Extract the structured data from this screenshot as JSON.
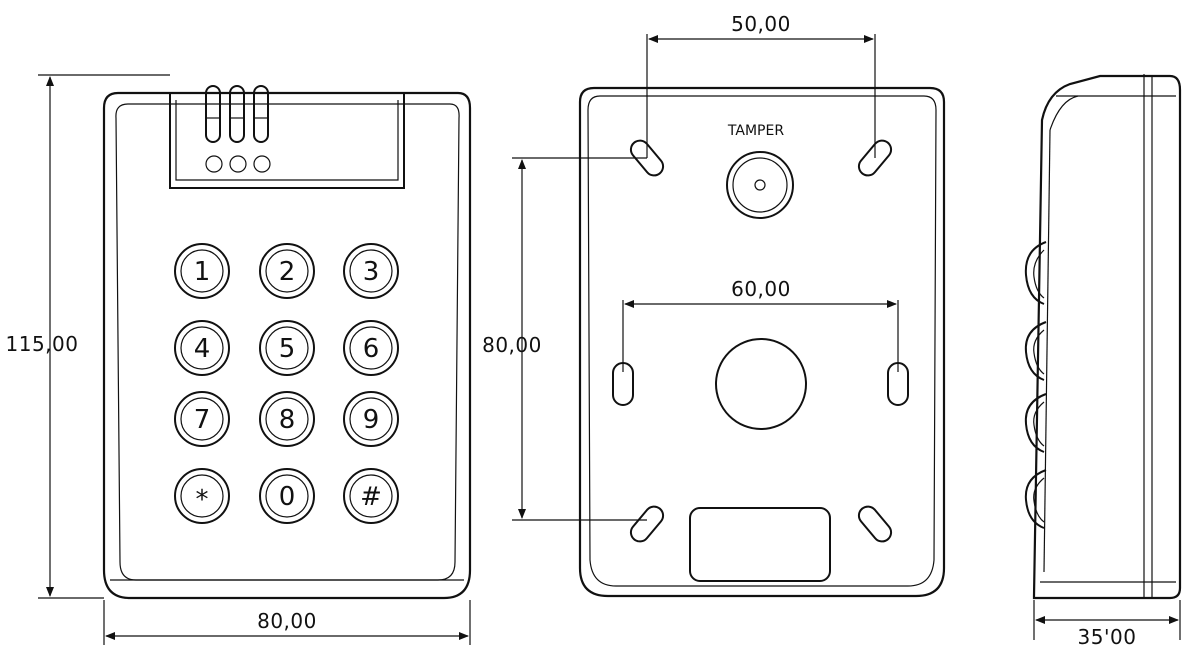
{
  "colors": {
    "line": "#111111",
    "background": "#ffffff"
  },
  "front_view": {
    "height_dim": "115,00",
    "width_dim": "80,00",
    "keys": [
      "1",
      "2",
      "3",
      "4",
      "5",
      "6",
      "7",
      "8",
      "9",
      "*",
      "0",
      "#"
    ]
  },
  "back_view": {
    "tamper_label": "TAMPER",
    "top_holes_dim": "50,00",
    "side_holes_dim": "60,00",
    "vertical_holes_dim": "80,00"
  },
  "side_view": {
    "depth_dim": "35'00"
  }
}
